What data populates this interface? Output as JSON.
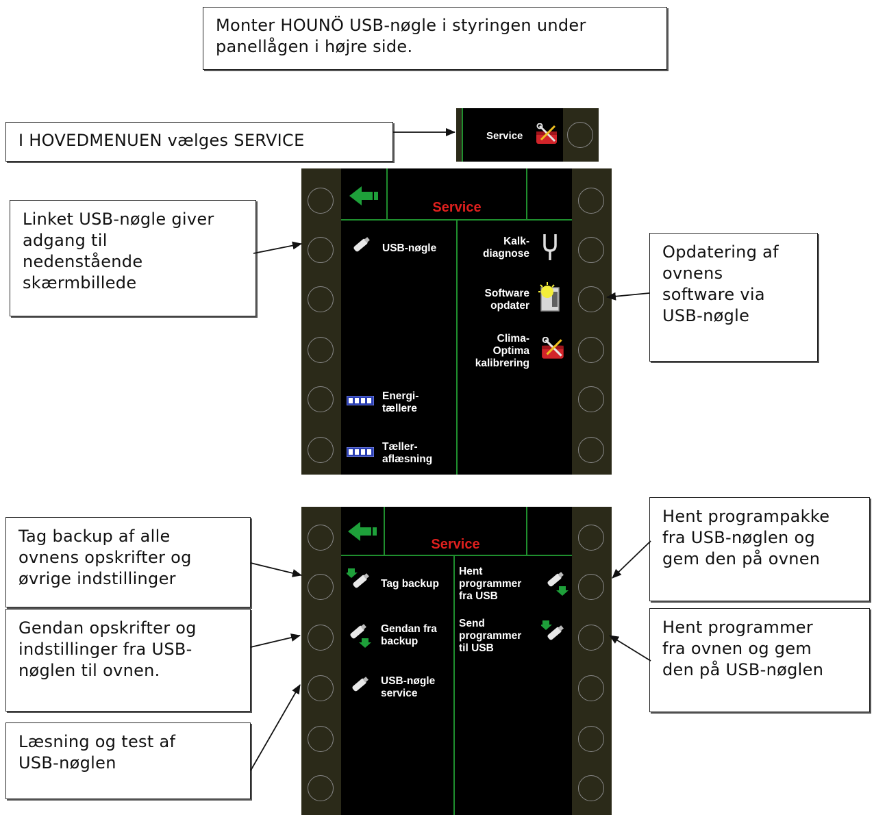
{
  "callouts": {
    "mount": "Monter HOUNÖ USB-nøgle i styringen under\npanellågen i højre side.",
    "main_menu": "I HOVEDMENUEN vælges SERVICE",
    "linked_usb": "Linket USB-nøgle giver\nadgang til\nnedenstående\nskærmbillede",
    "update_sw": "Opdatering af\novnens\nsoftware via\nUSB-nøgle",
    "backup": "Tag backup af alle\novnens opskrifter og\nøvrige indstillinger",
    "restore": "Gendan opskrifter og\nindstillinger fra USB-\nnøglen til ovnen.",
    "read_test": "Læsning og test af\nUSB-nøglen",
    "get_package": "Hent programpakke\nfra USB-nøglen og\ngem den på ovnen",
    "get_programs": "Hent programmer\nfra ovnen og gem\nden på USB-nøglen"
  },
  "service_strip": {
    "label": "Service"
  },
  "screen1": {
    "title": "Service",
    "items": {
      "usb_key": "USB-nøgle",
      "kalk": "Kalk-\ndiagnose",
      "software": "Software\nopdater",
      "clima": "Clima-\nOptima\nkalibrering",
      "energi": "Energi-\ntællere",
      "taeller": "Tæller-\naflæsning"
    }
  },
  "screen2": {
    "title": "Service",
    "items": {
      "tag_backup": "Tag backup",
      "gendan": "Gendan fra\nbackup",
      "usb_service": "USB-nøgle\nservice",
      "hent": "Hent\nprogrammer\nfra USB",
      "send": "Send\nprogrammer\ntil USB"
    }
  },
  "colors": {
    "bezel": "#2b2a19",
    "grid": "#1f8f2e",
    "title": "#e0201e",
    "back_arrow": "#1ea03a"
  }
}
